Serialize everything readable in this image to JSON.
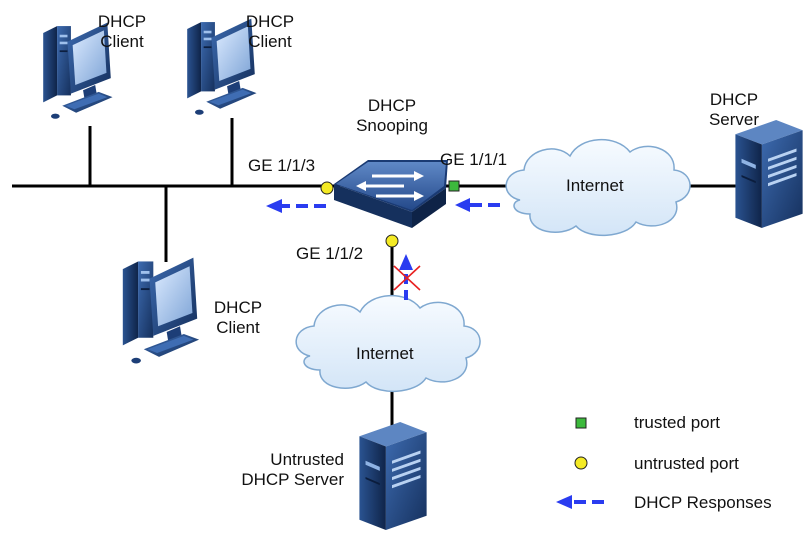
{
  "colors": {
    "link": "#000000",
    "trusted_port": "#3cb93c",
    "untrusted_port": "#f4ea24",
    "response_arrow": "#2a3cf0",
    "block_mark": "#e82020",
    "device_blue": "#1c3f78",
    "cloud_fill": "#e6f1fb",
    "cloud_stroke": "#7fa8d0"
  },
  "labels": {
    "client_top_left": [
      "DHCP",
      "Client"
    ],
    "client_top_mid": [
      "DHCP",
      "Client"
    ],
    "client_bottom": [
      "DHCP",
      "Client"
    ],
    "snooping": [
      "DHCP",
      "Snooping"
    ],
    "server": [
      "DHCP",
      "Server"
    ],
    "internet_top": "Internet",
    "internet_bottom": "Internet",
    "untrusted_server": [
      "Untrusted",
      "DHCP Server"
    ],
    "port_ge113": "GE 1/1/3",
    "port_ge111": "GE 1/1/1",
    "port_ge112": "GE 1/1/2"
  },
  "legend": [
    {
      "symbol": "trusted-square",
      "text": "trusted port"
    },
    {
      "symbol": "untrusted-circle",
      "text": "untrusted port"
    },
    {
      "symbol": "response-arrow",
      "text": "DHCP Responses"
    }
  ],
  "icons": {
    "client": "desktop-computer-icon",
    "switch": "switch-icon",
    "server": "server-tower-icon",
    "network": "cloud-icon",
    "blocked": "cross-mark-icon"
  }
}
